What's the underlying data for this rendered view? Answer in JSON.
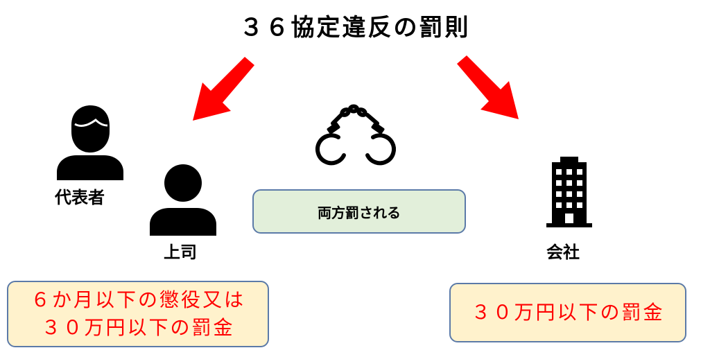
{
  "title": "３６協定違反の罰則",
  "labels": {
    "representative": "代表者",
    "boss": "上司",
    "company": "会社"
  },
  "center_box": "両方罰される",
  "penalty_individual": {
    "line1": "６か月以下の懲役又は",
    "line2": "３０万円以下の罰金"
  },
  "penalty_company": "３０万円以下の罰金",
  "colors": {
    "arrow": "#ff0000",
    "penalty_text": "#ff0000",
    "green_box": "#e2efda",
    "yellow_box": "#fff2cc",
    "border": "#5b7aa8"
  },
  "icons": [
    "person-icon",
    "handcuffs-icon",
    "building-icon",
    "arrow-icon"
  ]
}
